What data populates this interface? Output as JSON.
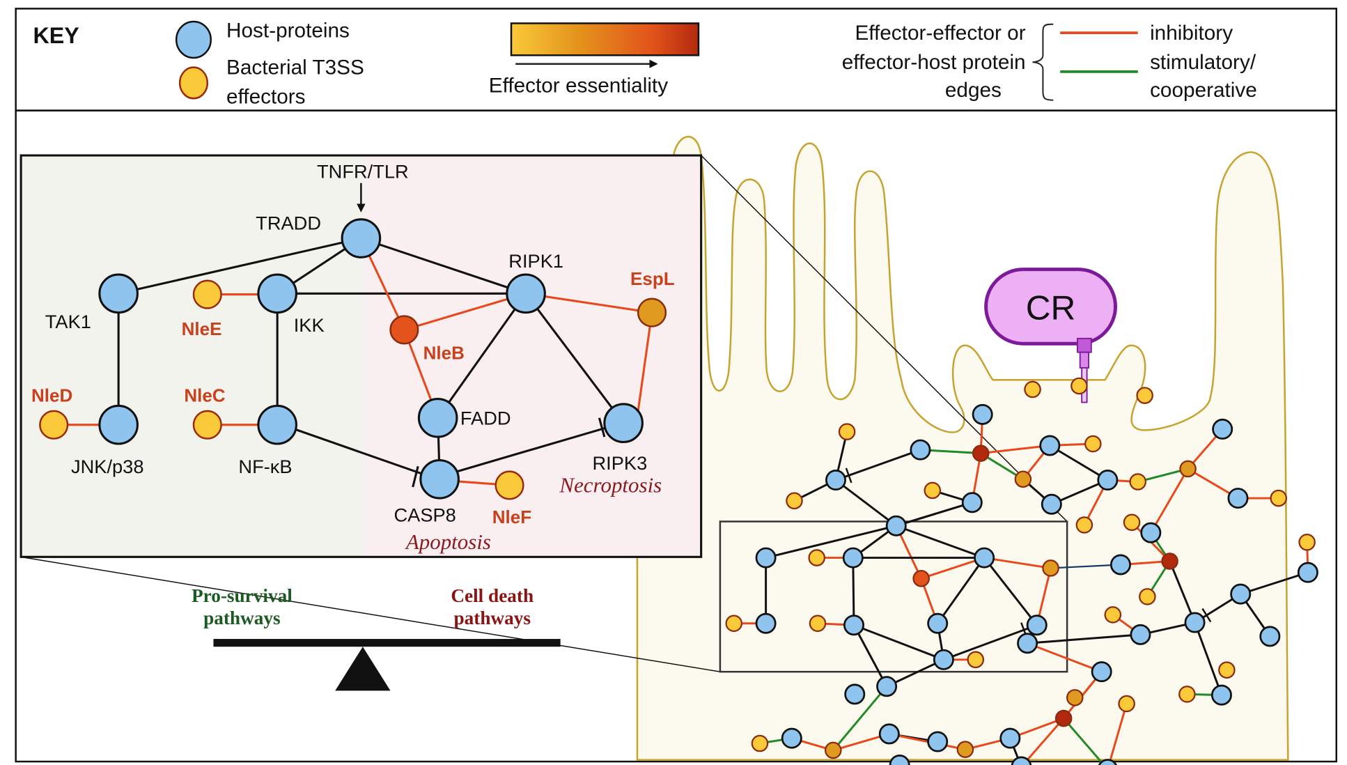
{
  "key": {
    "title": "KEY",
    "host_label": "Host-proteins",
    "effector_label_1": "Bacterial T3SS",
    "effector_label_2": "effectors",
    "gradient_label": "Effector essentiality",
    "edges_label_1": "Effector-effector or",
    "edges_label_2": "effector-host protein",
    "edges_label_3": "edges",
    "inhibitory_label": "inhibitory",
    "stimulatory_label_1": "stimulatory/",
    "stimulatory_label_2": "cooperative"
  },
  "colors": {
    "host_fill": "#8ec4ee",
    "effector_fill": "#f9c93a",
    "effector_mid": "#e09a1f",
    "effector_high": "#e2541b",
    "effector_max": "#b22a0e",
    "inhibitory": "#e8491c",
    "stimulatory": "#1f8a26",
    "cell_fill": "#fcf9ee",
    "cell_membrane": "#c7a22e",
    "bacterium_fill": "#eeb0f5",
    "bacterium_stroke": "#7c1a9a",
    "survival_bg": "#f1f3ec",
    "death_bg": "#f9eff0"
  },
  "inset": {
    "receptor_label": "TNFR/TLR",
    "nodes": {
      "tradd": "TRADD",
      "tak1": "TAK1",
      "ikk": "IKK",
      "ripk1": "RIPK1",
      "jnk": "JNK/p38",
      "nfkb": "NF-κB",
      "fadd": "FADD",
      "ripk3": "RIPK3",
      "casp8": "CASP8"
    },
    "effectors": {
      "nlee": "NleE",
      "nled": "NleD",
      "nlec": "NleC",
      "nleb": "NleB",
      "espl": "EspL",
      "nlef": "NleF"
    },
    "necroptosis_label": "Necroptosis",
    "apoptosis_label": "Apoptosis"
  },
  "balance": {
    "left_1": "Pro-survival",
    "left_2": "pathways",
    "right_1": "Cell death",
    "right_2": "pathways"
  },
  "bacterium": {
    "label": "CR"
  }
}
